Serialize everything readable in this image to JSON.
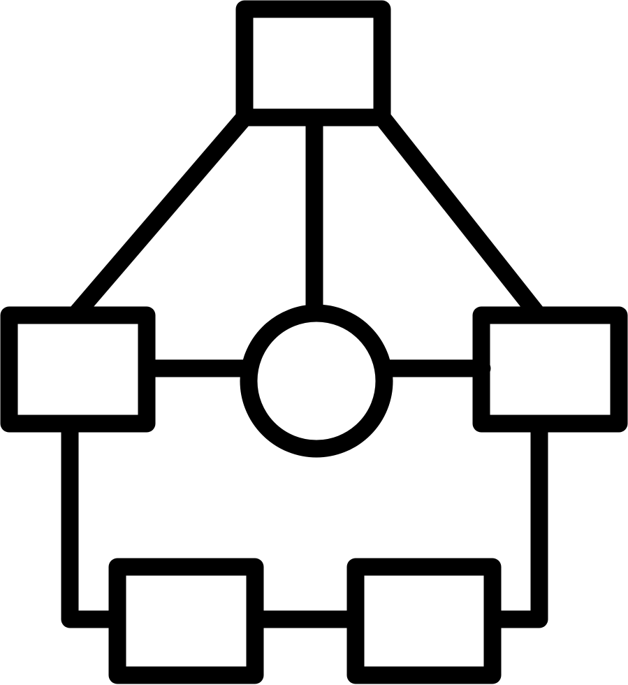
{
  "icon": {
    "name": "flowchart-network-icon",
    "stroke_color": "#000000",
    "background_color": "#ffffff",
    "shapes": [
      "top-box",
      "left-box",
      "right-box",
      "center-circle",
      "bottom-left-box",
      "bottom-right-box"
    ]
  }
}
